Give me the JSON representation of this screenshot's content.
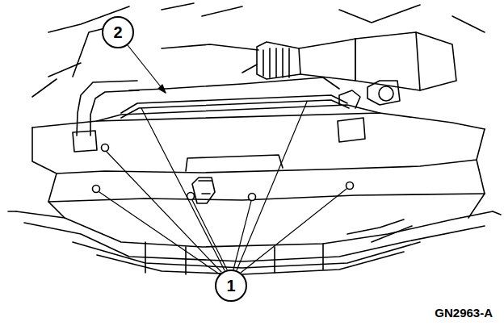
{
  "diagram": {
    "labels": [
      "2",
      "1",
      "GN2963-A"
    ]
  }
}
